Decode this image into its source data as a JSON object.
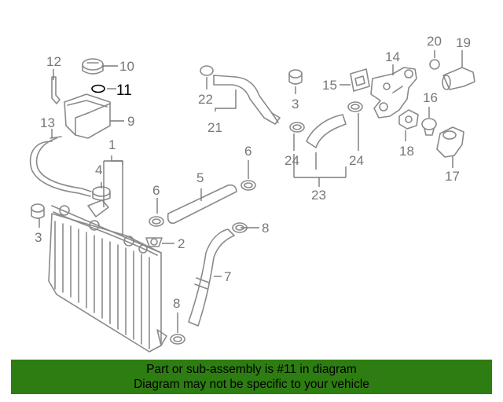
{
  "diagram": {
    "callouts": {
      "c1": "1",
      "c2": "2",
      "c3a": "3",
      "c3b": "3",
      "c4": "4",
      "c5": "5",
      "c6a": "6",
      "c6b": "6",
      "c7": "7",
      "c8a": "8",
      "c8b": "8",
      "c9": "9",
      "c10": "10",
      "c11": "11",
      "c12": "12",
      "c13": "13",
      "c14": "14",
      "c15": "15",
      "c16": "16",
      "c17": "17",
      "c18": "18",
      "c19": "19",
      "c20": "20",
      "c21": "21",
      "c22": "22",
      "c23": "23",
      "c24a": "24",
      "c24b": "24"
    },
    "highlighted_part": "11"
  },
  "banner": {
    "line1": "Part or sub-assembly is #11 in diagram",
    "line2": "Diagram may not be specific to your vehicle",
    "color": "#2e7d12"
  }
}
